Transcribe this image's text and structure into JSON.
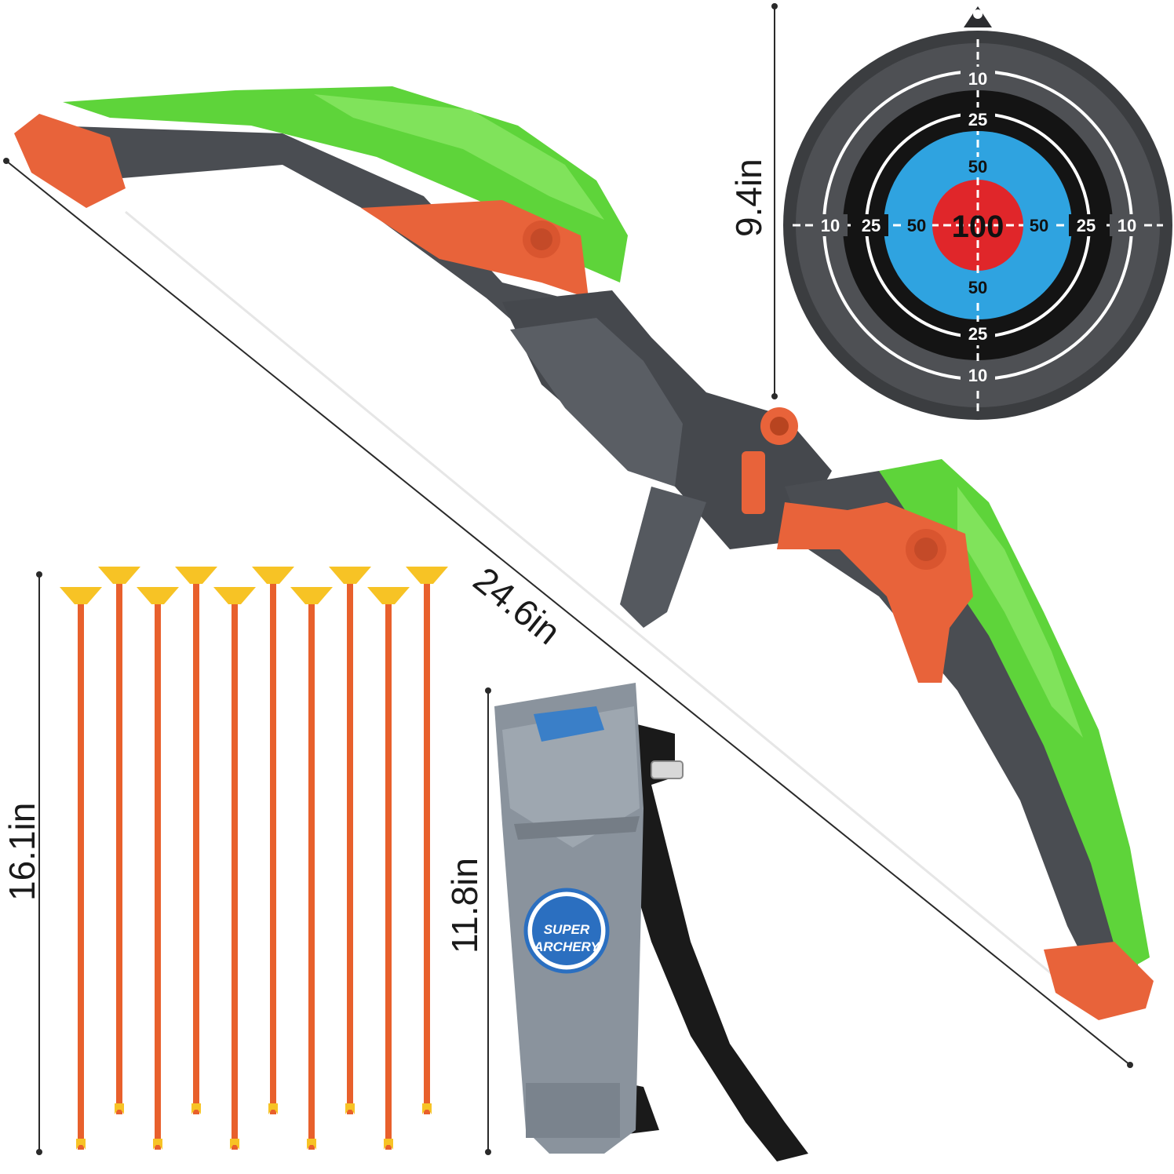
{
  "dimensions": {
    "bow_length": "24.6in",
    "target_height": "9.4in",
    "arrow_length": "16.1in",
    "quiver_height": "11.8in"
  },
  "target": {
    "outer_ring_label": "10",
    "middle_ring_label": "25",
    "blue_ring_label": "50",
    "bullseye_label": "100"
  },
  "quiver": {
    "badge_line1": "SUPER",
    "badge_line2": "ARCHERY"
  },
  "products": {
    "arrow_count": 10
  },
  "colors": {
    "bow_green": "#5ed43a",
    "bow_orange": "#e8633a",
    "bow_gray": "#4a4d52",
    "target_outer": "#3b3d40",
    "target_black": "#141414",
    "target_blue": "#2fa3e0",
    "target_red": "#e0262a",
    "arrow_shaft": "#e8602c",
    "arrow_tip": "#f7c325",
    "quiver_body": "#8a939d"
  }
}
